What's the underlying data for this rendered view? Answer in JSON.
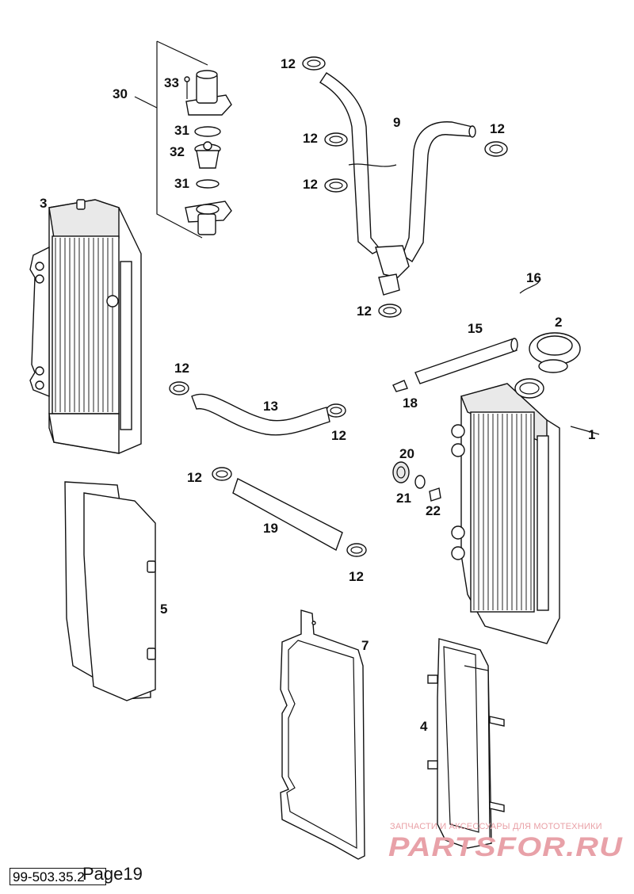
{
  "callouts": {
    "c30": "30",
    "c33": "33",
    "c31a": "31",
    "c32": "32",
    "c31b": "31",
    "c3": "3",
    "c12a": "12",
    "c9": "9",
    "c12b": "12",
    "c12c": "12",
    "c12d": "12",
    "c12e": "12",
    "c16": "16",
    "c2": "2",
    "c15": "15",
    "c18": "18",
    "c1": "1",
    "c12f": "12",
    "c13": "13",
    "c12g": "12",
    "c20": "20",
    "c21": "21",
    "c22": "22",
    "c12h": "12",
    "c19": "19",
    "c12i": "12",
    "c5": "5",
    "c7": "7",
    "c4": "4"
  },
  "watermark": {
    "tagline": "ЗАПЧАСТИ И АКСЕССУАРЫ ДЛЯ МОТОТЕХНИКИ",
    "brand": "PARTSFOR.RU"
  },
  "footer": {
    "code": "99-503.35.2",
    "page": "Page19"
  }
}
